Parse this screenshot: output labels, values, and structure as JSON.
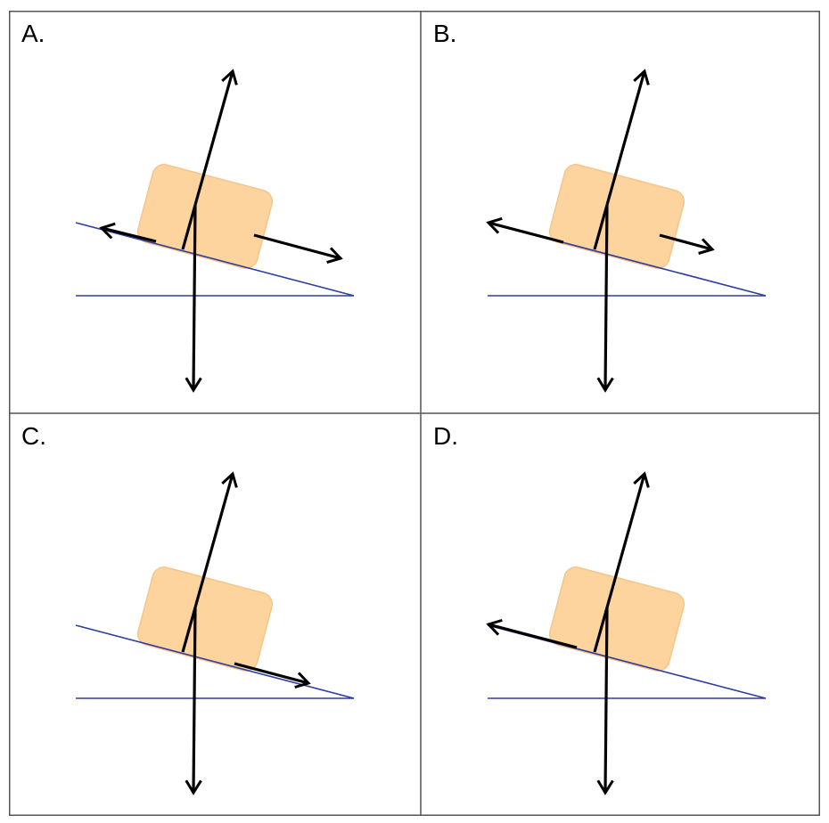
{
  "panels": [
    {
      "label": "A.",
      "variant": "A"
    },
    {
      "label": "B.",
      "variant": "B"
    },
    {
      "label": "C.",
      "variant": "C"
    },
    {
      "label": "D.",
      "variant": "D"
    }
  ],
  "colors": {
    "block_fill": "#fdd49e",
    "block_stroke": "#f5c58a",
    "incline": "#2e3d9e",
    "arrow": "#000000",
    "border": "#555555"
  }
}
